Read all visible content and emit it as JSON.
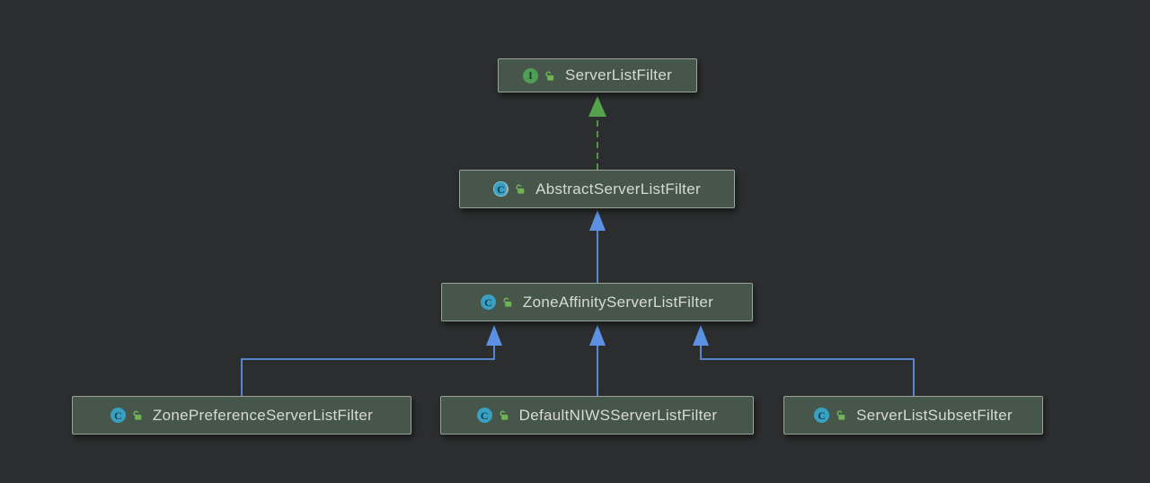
{
  "app": {
    "description": "UML class diagram of ServerListFilter hierarchy",
    "canvas_background": "#2b2d2e"
  },
  "colors": {
    "node_background": "#47564b",
    "node_border": "#9aa29c",
    "node_text": "#d6dad2",
    "edge_extends_blue": "#5b90e2",
    "edge_implements_green": "#55a24d",
    "interface_badge": "#4e9e57",
    "class_badge": "#39a0c4",
    "lock_green": "#71b254"
  },
  "diagram": {
    "icons": {
      "abstract_paren_open": "(",
      "abstract_paren_close": ")"
    },
    "nodes": [
      {
        "id": "ServerListFilter",
        "label": "ServerListFilter",
        "kind": "interface",
        "icon_letter": "I",
        "visibility": "public"
      },
      {
        "id": "AbstractServerListFilter",
        "label": "AbstractServerListFilter",
        "kind": "abstract-class",
        "icon_letter": "C",
        "visibility": "public"
      },
      {
        "id": "ZoneAffinityServerListFilter",
        "label": "ZoneAffinityServerListFilter",
        "kind": "class",
        "icon_letter": "C",
        "visibility": "public"
      },
      {
        "id": "ZonePreferenceServerListFilter",
        "label": "ZonePreferenceServerListFilter",
        "kind": "class",
        "icon_letter": "C",
        "visibility": "public"
      },
      {
        "id": "DefaultNIWSServerListFilter",
        "label": "DefaultNIWSServerListFilter",
        "kind": "class",
        "icon_letter": "C",
        "visibility": "public"
      },
      {
        "id": "ServerListSubsetFilter",
        "label": "ServerListSubsetFilter",
        "kind": "class",
        "icon_letter": "C",
        "visibility": "public"
      }
    ],
    "edges": [
      {
        "from": "AbstractServerListFilter",
        "to": "ServerListFilter",
        "type": "implements",
        "style": "dashed-green"
      },
      {
        "from": "ZoneAffinityServerListFilter",
        "to": "AbstractServerListFilter",
        "type": "extends",
        "style": "solid-blue"
      },
      {
        "from": "ZonePreferenceServerListFilter",
        "to": "ZoneAffinityServerListFilter",
        "type": "extends",
        "style": "solid-blue"
      },
      {
        "from": "DefaultNIWSServerListFilter",
        "to": "ZoneAffinityServerListFilter",
        "type": "extends",
        "style": "solid-blue"
      },
      {
        "from": "ServerListSubsetFilter",
        "to": "ZoneAffinityServerListFilter",
        "type": "extends",
        "style": "solid-blue"
      }
    ]
  }
}
